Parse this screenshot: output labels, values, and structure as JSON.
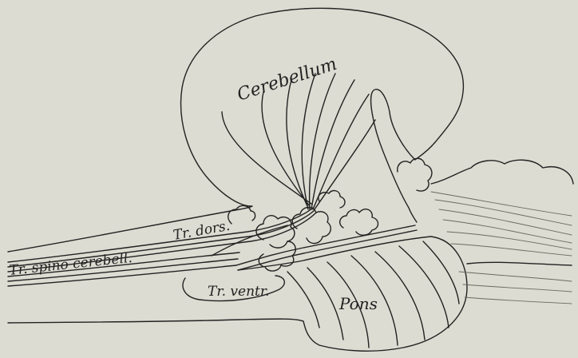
{
  "colors": {
    "background": "#dcdcd2",
    "ink": "#222222"
  },
  "labels": {
    "cerebellum": "Cerebellum",
    "tr_dors": "Tr. dors.",
    "tr_spino_cerebell": "Tr. spino cerebell.",
    "tr_ventr": "Tr. ventr.",
    "pons": "Pons"
  }
}
